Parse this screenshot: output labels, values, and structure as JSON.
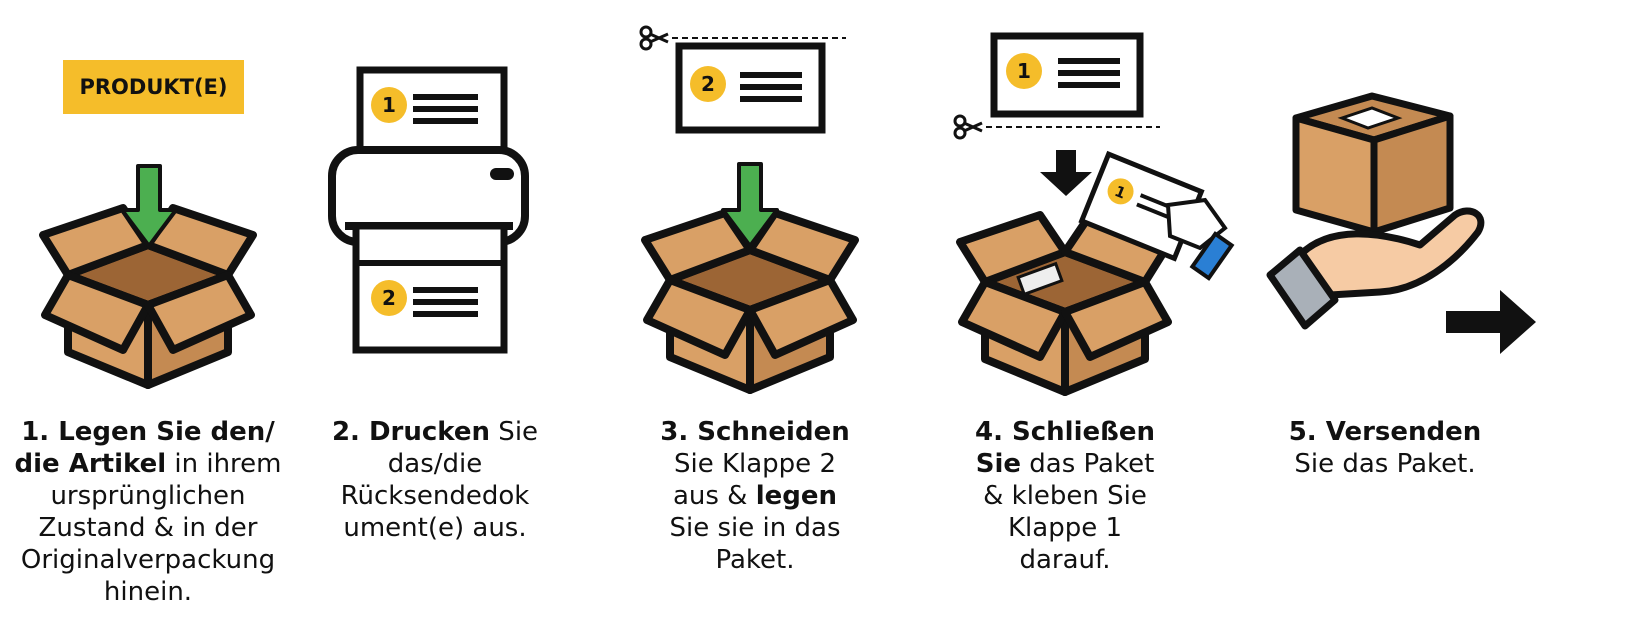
{
  "product_badge": "PRODUKT(E)",
  "label_numbers": {
    "one": "1",
    "two": "2"
  },
  "colors": {
    "yellow": "#f5bd2a",
    "cardboard": "#d9a066",
    "cardboard_dark": "#b27843",
    "green": "#4caf50",
    "skin": "#f6cba4",
    "cuff_blue": "#2a7fd4",
    "cuff_grey": "#a9b0b8"
  },
  "icons": [
    "box-with-arrow-icon",
    "printer-icon",
    "scissors-icon",
    "label-card-icon",
    "hand-icon",
    "arrow-right-icon"
  ],
  "steps": [
    {
      "lines": [
        [
          {
            "t": "1. Legen Sie den/",
            "b": true
          }
        ],
        [
          {
            "t": "die Artikel",
            "b": true
          },
          {
            "t": " in ihrem",
            "b": false
          }
        ],
        [
          {
            "t": "ursprünglichen",
            "b": false
          }
        ],
        [
          {
            "t": "Zustand & in der",
            "b": false
          }
        ],
        [
          {
            "t": "Originalverpackung",
            "b": false
          }
        ],
        [
          {
            "t": "hinein.",
            "b": false
          }
        ]
      ]
    },
    {
      "lines": [
        [
          {
            "t": "2. Drucken",
            "b": true
          },
          {
            "t": " Sie",
            "b": false
          }
        ],
        [
          {
            "t": "das/die",
            "b": false
          }
        ],
        [
          {
            "t": "Rücksendedok",
            "b": false
          }
        ],
        [
          {
            "t": "ument(e) aus.",
            "b": false
          }
        ]
      ]
    },
    {
      "lines": [
        [
          {
            "t": "3. Schneiden",
            "b": true
          }
        ],
        [
          {
            "t": "Sie Klappe 2",
            "b": false
          }
        ],
        [
          {
            "t": "aus & ",
            "b": false
          },
          {
            "t": "legen",
            "b": true
          }
        ],
        [
          {
            "t": "Sie sie in das",
            "b": false
          }
        ],
        [
          {
            "t": "Paket.",
            "b": false
          }
        ]
      ]
    },
    {
      "lines": [
        [
          {
            "t": "4. Schließen",
            "b": true
          }
        ],
        [
          {
            "t": "Sie",
            "b": true
          },
          {
            "t": " das Paket",
            "b": false
          }
        ],
        [
          {
            "t": "& kleben Sie",
            "b": false
          }
        ],
        [
          {
            "t": "Klappe 1",
            "b": false
          }
        ],
        [
          {
            "t": "darauf.",
            "b": false
          }
        ]
      ]
    },
    {
      "lines": [
        [
          {
            "t": "5. Versenden",
            "b": true
          }
        ],
        [
          {
            "t": "Sie das Paket.",
            "b": false
          }
        ]
      ]
    }
  ]
}
